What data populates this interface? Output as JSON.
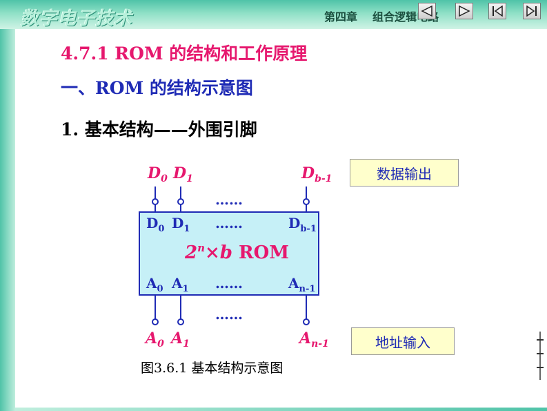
{
  "header": {
    "brand": "数字电子技术",
    "chapter": "第四章",
    "topic": "组合逻辑电路",
    "nav": {
      "prev_icon": "triangle-left-icon",
      "next_icon": "triangle-right-icon",
      "first_icon": "skip-start-icon",
      "last_icon": "skip-end-icon"
    }
  },
  "content": {
    "section_title": "4.7.1  ROM 的结构和工作原理",
    "subtitle": "一、ROM 的结构示意图",
    "item": "1. 基本结构——外围引脚"
  },
  "diagram": {
    "top_pins": [
      "D0",
      "D1",
      "Db-1"
    ],
    "inner_top": [
      "D0",
      "D1",
      "Db-1"
    ],
    "center_label": "2n×b ROM",
    "inner_bottom": [
      "A0",
      "A1",
      "An-1"
    ],
    "bottom_pins": [
      "A0",
      "A1",
      "An-1"
    ],
    "dots": "……",
    "output_tag": "数据输出",
    "input_tag": "地址输入",
    "caption": "图3.6.1 基本结构示意图"
  },
  "colors": {
    "pink": "#e6186e",
    "blue": "#1f2bb5",
    "rom_fill": "#c6f0f7",
    "tag_bg": "#ffffcc",
    "banner": "#4fc3a8"
  }
}
